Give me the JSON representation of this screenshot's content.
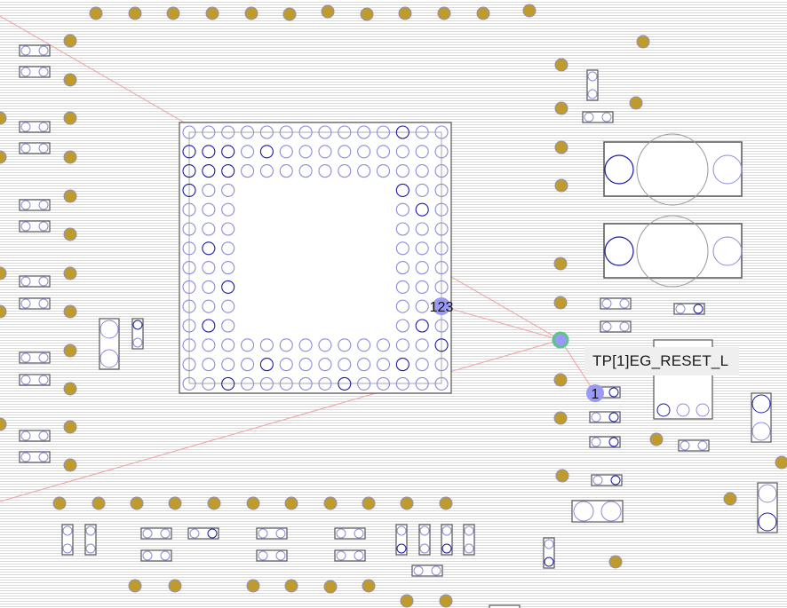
{
  "view": "pcb-layout-canvas",
  "colors": {
    "via_fill": "#bf9b2d",
    "via_stroke": "#8f8fb8",
    "pad_light": "#8c8cd8",
    "pad_dark": "#1a1aa8",
    "outline": "#555555",
    "ratsnest": "#f0a0a0",
    "highlight_pin": "#9a9af5",
    "selected_ring": "#5cc48a",
    "tooltip_bg": "#efefef"
  },
  "tooltip": {
    "text": "TP[1]EG_RESET_L"
  },
  "markers": [
    {
      "name": "pin-marker-123",
      "label": "123"
    },
    {
      "name": "pin-marker-1",
      "label": "1"
    }
  ],
  "bga": {
    "rows": 14,
    "cols": 14,
    "perimeter_depth": 3,
    "dark_pads": [
      [
        1,
        0
      ],
      [
        1,
        1
      ],
      [
        1,
        2
      ],
      [
        1,
        4
      ],
      [
        2,
        0
      ],
      [
        2,
        1
      ],
      [
        2,
        2
      ],
      [
        3,
        0
      ],
      [
        0,
        11
      ],
      [
        3,
        11
      ],
      [
        4,
        12
      ],
      [
        6,
        1
      ],
      [
        8,
        2
      ],
      [
        10,
        12
      ],
      [
        11,
        13
      ],
      [
        12,
        4
      ],
      [
        12,
        11
      ],
      [
        13,
        2
      ],
      [
        13,
        8
      ],
      [
        10,
        1
      ]
    ]
  }
}
